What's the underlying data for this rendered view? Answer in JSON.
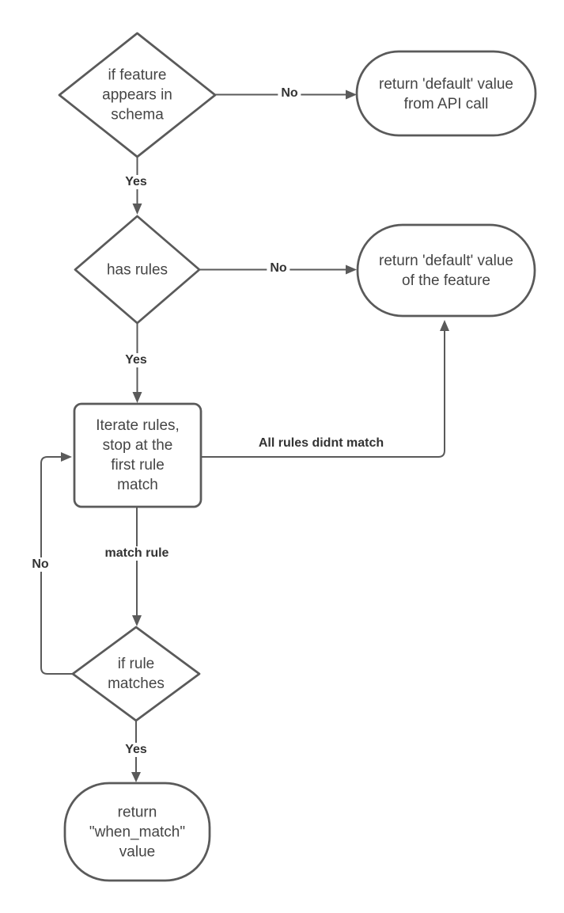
{
  "diagram": {
    "type": "flowchart",
    "style": {
      "background": "#ffffff",
      "stroke": "#5a5a5a",
      "node_text_color": "#454545",
      "edge_label_color": "#333333"
    },
    "nodes": [
      {
        "id": "if-feature-appears-in-schema",
        "shape": "decision",
        "lines": [
          "if feature",
          "appears in",
          "schema"
        ]
      },
      {
        "id": "return-default-value-from-api-call",
        "shape": "terminator",
        "lines": [
          "return 'default' value",
          "from API call"
        ]
      },
      {
        "id": "has-rules",
        "shape": "decision",
        "lines": [
          "has rules"
        ]
      },
      {
        "id": "return-default-value-of-the-feature",
        "shape": "terminator",
        "lines": [
          "return 'default' value",
          "of the feature"
        ]
      },
      {
        "id": "iterate-rules",
        "shape": "process",
        "lines": [
          "Iterate rules,",
          "stop at the",
          "first rule",
          "match"
        ]
      },
      {
        "id": "if-rule-matches",
        "shape": "decision",
        "lines": [
          "if rule",
          "matches"
        ]
      },
      {
        "id": "return-when-match-value",
        "shape": "terminator",
        "lines": [
          "return",
          "\"when_match\"",
          "value"
        ]
      }
    ],
    "edges": [
      {
        "from": "if-feature-appears-in-schema",
        "to": "return-default-value-from-api-call",
        "label": "No"
      },
      {
        "from": "if-feature-appears-in-schema",
        "to": "has-rules",
        "label": "Yes"
      },
      {
        "from": "has-rules",
        "to": "return-default-value-of-the-feature",
        "label": "No"
      },
      {
        "from": "has-rules",
        "to": "iterate-rules",
        "label": "Yes"
      },
      {
        "from": "iterate-rules",
        "to": "return-default-value-of-the-feature",
        "label": "All rules didnt match"
      },
      {
        "from": "iterate-rules",
        "to": "if-rule-matches",
        "label": "match rule"
      },
      {
        "from": "if-rule-matches",
        "to": "iterate-rules",
        "label": "No"
      },
      {
        "from": "if-rule-matches",
        "to": "return-when-match-value",
        "label": "Yes"
      }
    ]
  }
}
